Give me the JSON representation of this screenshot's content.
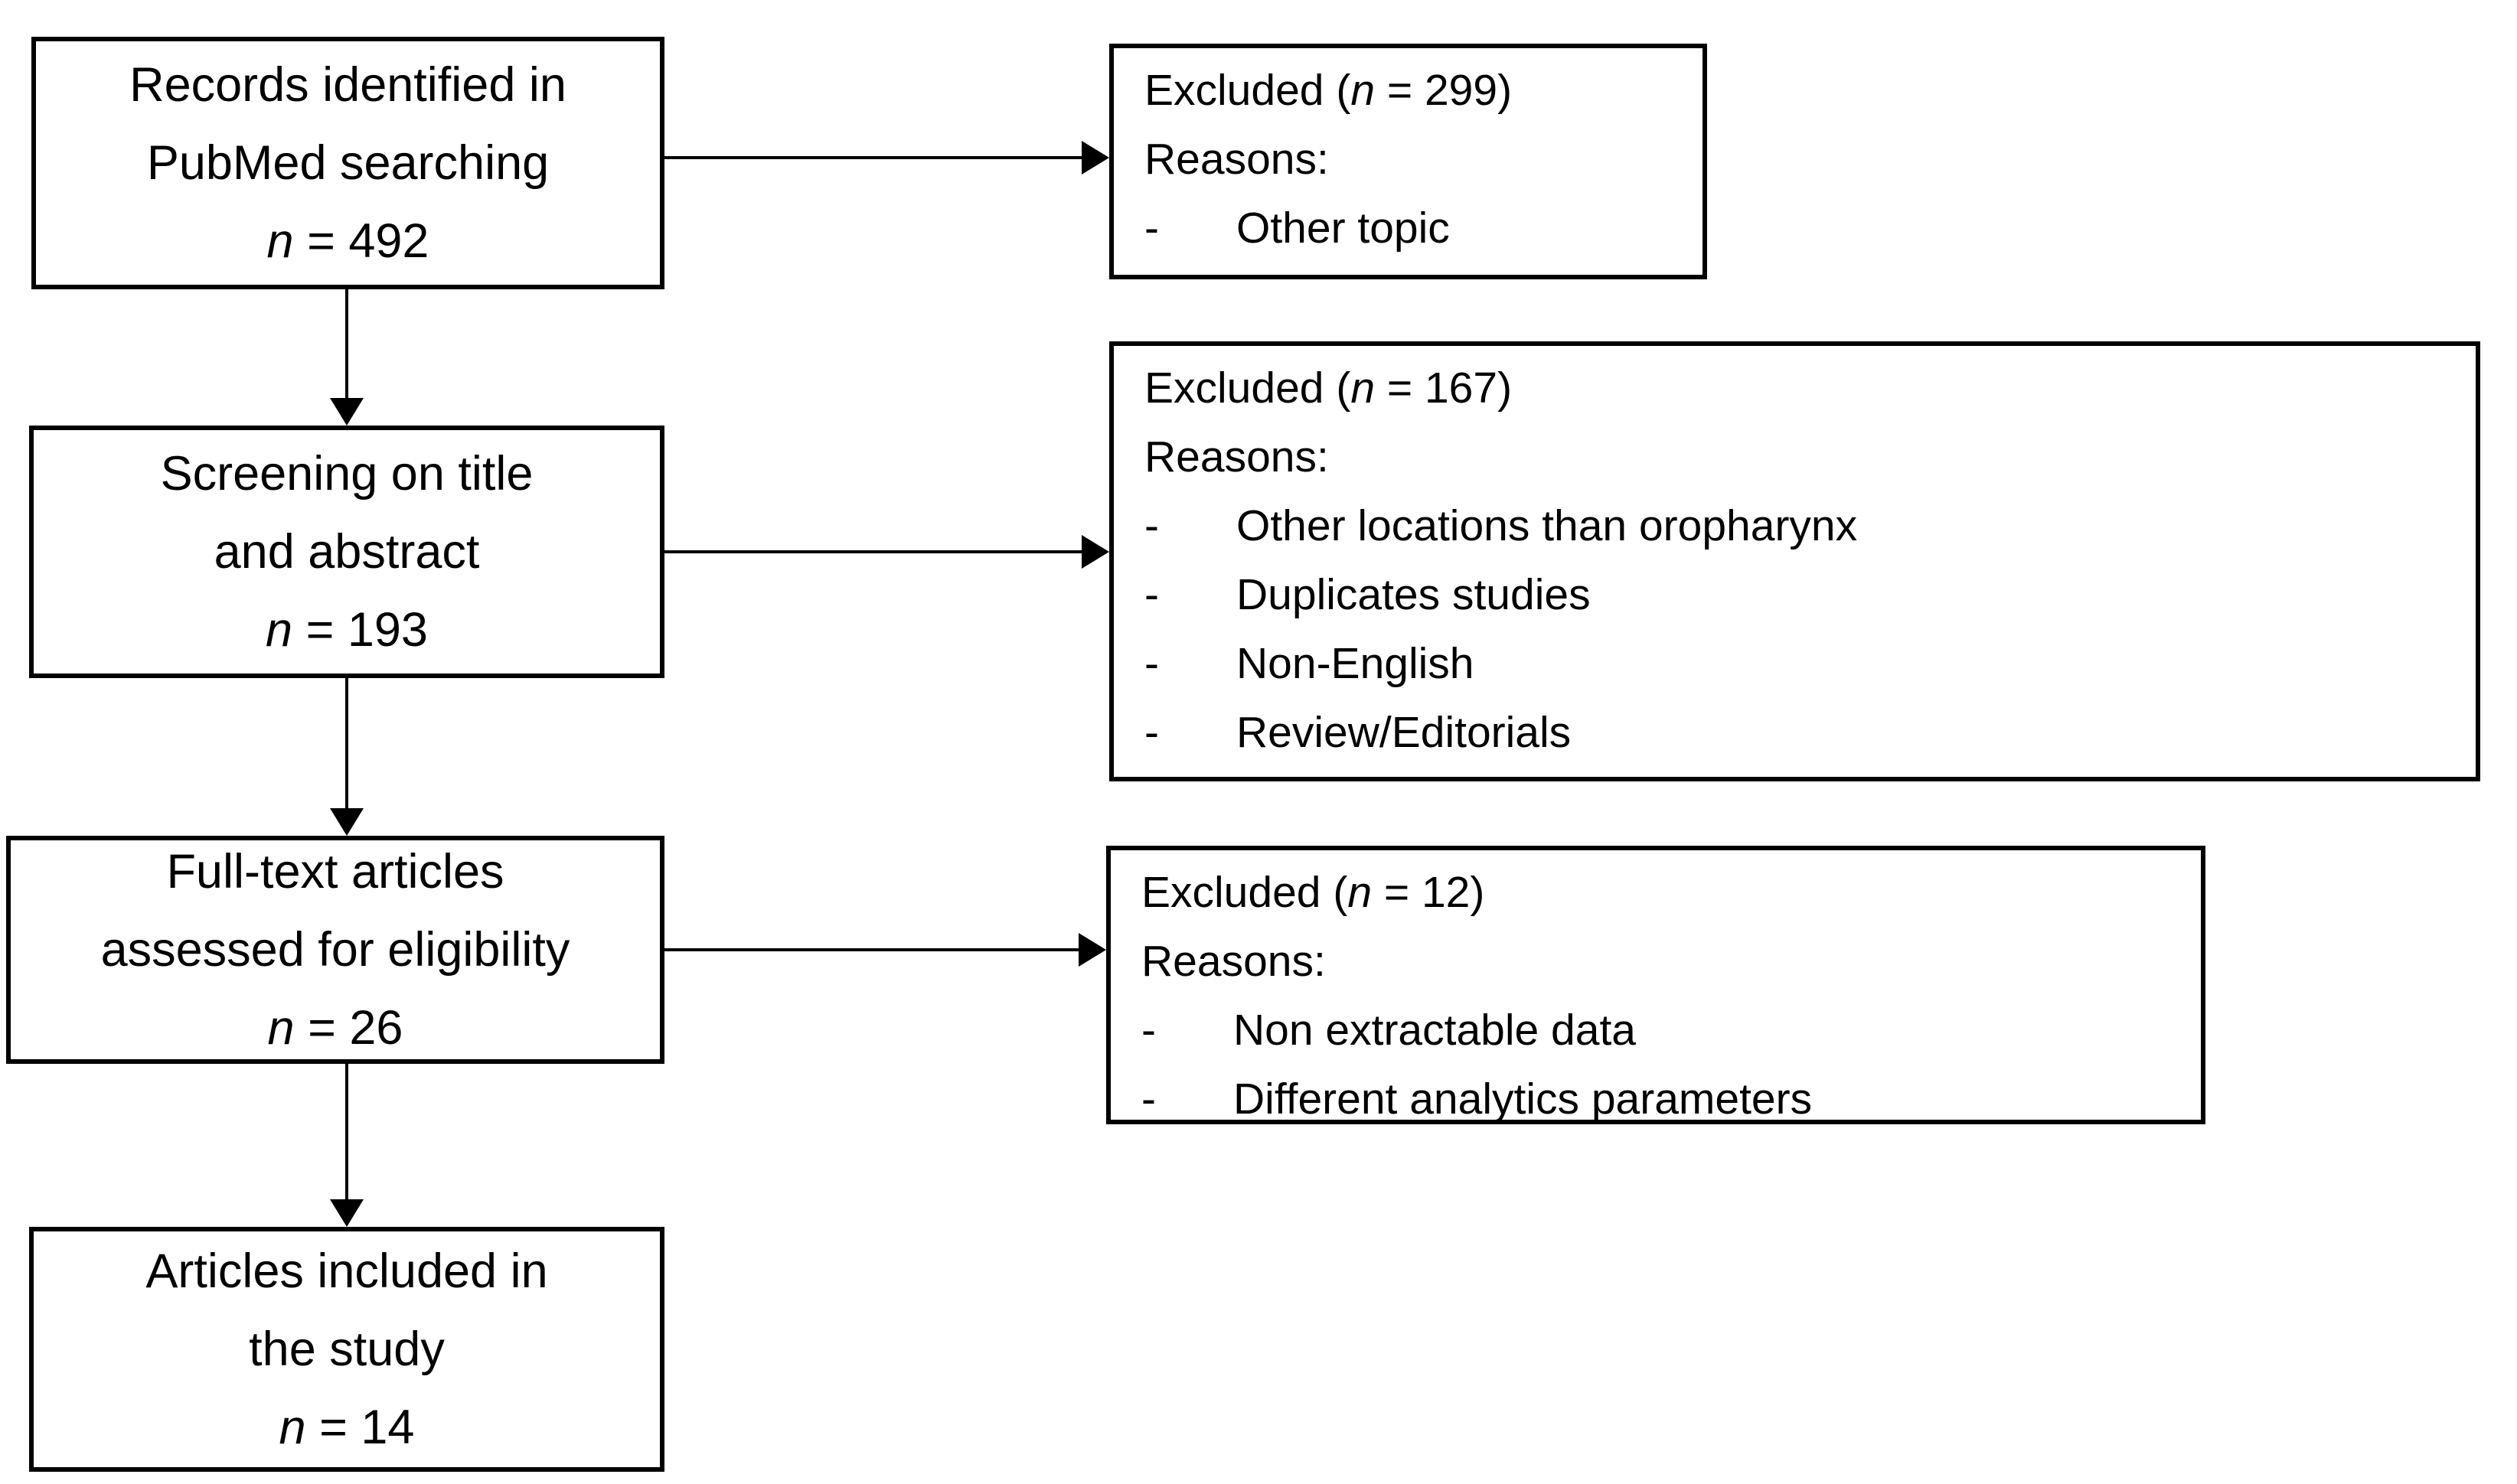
{
  "flow_boxes": [
    {
      "lines": [
        "Records identified in",
        "PubMed searching"
      ],
      "n_italic": "n",
      "n_rest": " = 492"
    },
    {
      "lines": [
        "Screening on title",
        "and abstract"
      ],
      "n_italic": "n",
      "n_rest": " = 193"
    },
    {
      "lines": [
        "Full-text articles",
        "assessed for eligibility"
      ],
      "n_italic": "n",
      "n_rest": " = 26"
    },
    {
      "lines": [
        "Articles included in",
        "the study"
      ],
      "n_italic": "n",
      "n_rest": " = 14"
    }
  ],
  "excluded_boxes": [
    {
      "header_pre": "Excluded (",
      "header_n": "n",
      "header_post": " = 299)",
      "reasons_label": "Reasons:",
      "bullet": "-",
      "items": [
        "Other topic"
      ]
    },
    {
      "header_pre": "Excluded (",
      "header_n": "n",
      "header_post": " = 167)",
      "reasons_label": "Reasons:",
      "bullet": "-",
      "items": [
        "Other locations than oropharynx",
        "Duplicates studies",
        "Non-English",
        "Review/Editorials"
      ]
    },
    {
      "header_pre": "Excluded (",
      "header_n": "n",
      "header_post": " = 12)",
      "reasons_label": "Reasons:",
      "bullet": "-",
      "items": [
        "Non extractable data",
        "Different analytics parameters"
      ]
    }
  ],
  "colors": {
    "background": "#ffffff",
    "box_fill": "#ffffff",
    "box_border": "#000000",
    "text": "#000000",
    "arrow": "#000000"
  }
}
